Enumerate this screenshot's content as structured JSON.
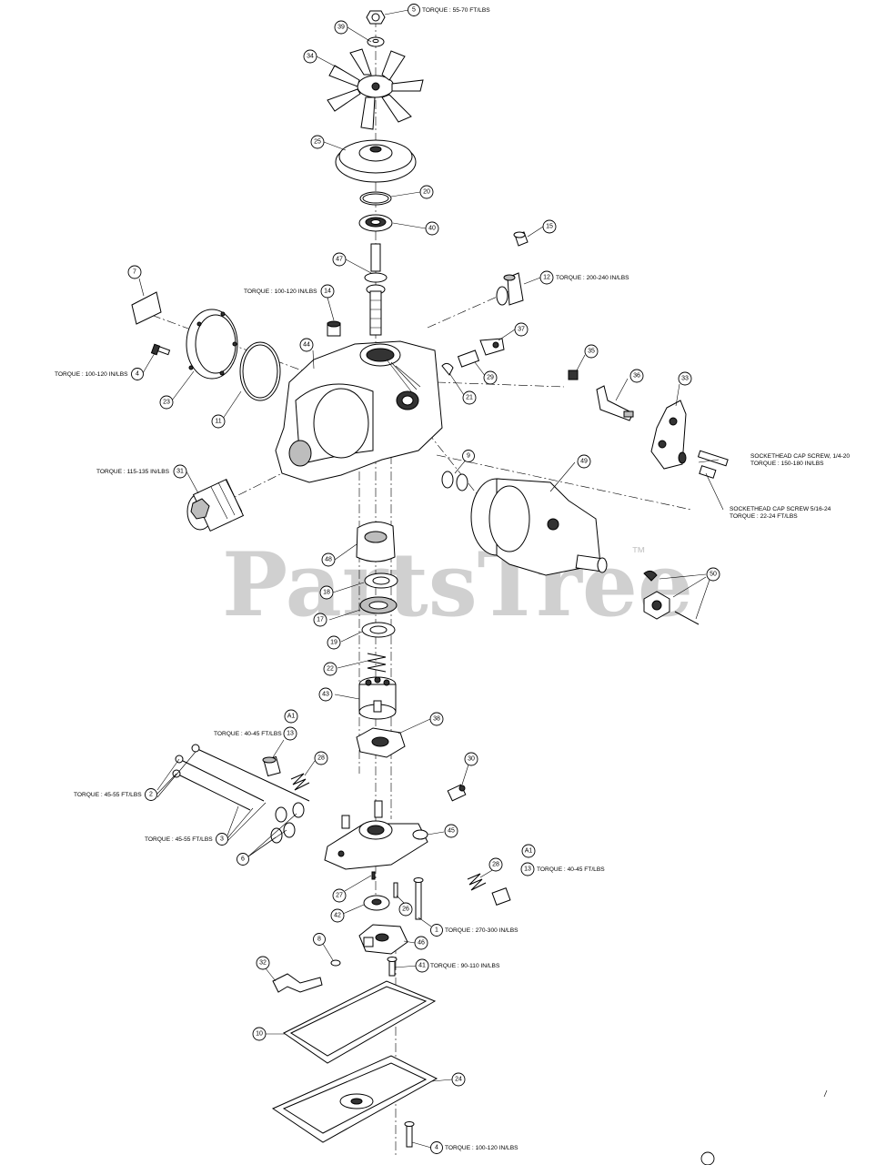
{
  "watermark": {
    "text": "PartsTree",
    "trademark": "™"
  },
  "callouts": {
    "c5": "5",
    "c39": "39",
    "c34": "34",
    "c25": "25",
    "c20": "20",
    "c40": "40",
    "c15": "15",
    "c47": "47",
    "c12": "12",
    "c7": "7",
    "c14": "14",
    "c37": "37",
    "c44": "44",
    "c35": "35",
    "c36": "36",
    "c33": "33",
    "c29": "29",
    "c21": "21",
    "c4a": "4",
    "c23": "23",
    "c11": "11",
    "c9": "9",
    "c49": "49",
    "c31": "31",
    "c48": "48",
    "c50": "50",
    "c18": "18",
    "c17": "17",
    "c19": "19",
    "c22": "22",
    "c43": "43",
    "c38": "38",
    "cA1a": "A1",
    "c13a": "13",
    "c28a": "28",
    "c30": "30",
    "c2": "2",
    "c3": "3",
    "c45": "45",
    "c6": "6",
    "cA1b": "A1",
    "c28b": "28",
    "c13b": "13",
    "c27": "27",
    "c26": "26",
    "c42": "42",
    "c1": "1",
    "c8": "8",
    "c46": "46",
    "c32": "32",
    "c41": "41",
    "c10": "10",
    "c24": "24",
    "c4b": "4"
  },
  "torques": {
    "t5": "TORQUE : 55-70 FT/LBS",
    "t12": "TORQUE : 200-240 IN/LBS",
    "t14": "TORQUE : 100-120 IN/LBS",
    "t4a": "TORQUE : 100-120 IN/LBS",
    "t31": "TORQUE : 115-135 IN/LBS",
    "t13a": "TORQUE : 40-45 FT/LBS",
    "t2": "TORQUE : 45-55 FT/LBS",
    "t3": "TORQUE : 45-55 FT/LBS",
    "t13b": "TORQUE : 40-45 FT/LBS",
    "t1": "TORQUE : 270-300 IN/LBS",
    "t41": "TORQUE : 90-110 IN/LBS",
    "t4b": "TORQUE : 100-120 IN/LBS",
    "screw1_line1": "SOCKETHEAD CAP SCREW, 1/4-20",
    "screw1_line2": "TORQUE : 150-180 IN/LBS",
    "screw2_line1": "SOCKETHEAD CAP SCREW 5/16-24",
    "screw2_line2": "TORQUE : 22-24 FT/LBS"
  }
}
